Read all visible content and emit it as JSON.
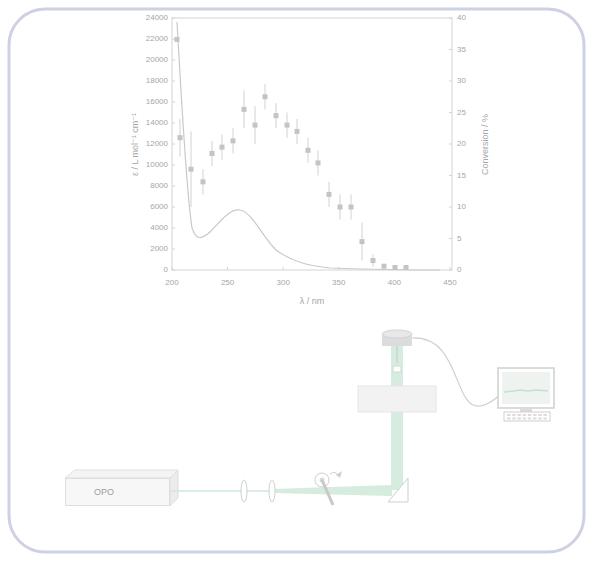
{
  "diagram": {
    "nodes": [
      {
        "text": [
          "OPO"
        ]
      }
    ],
    "labels": [
      "24000",
      "22000",
      "20000",
      "18000",
      "16000",
      "14000",
      "12000",
      "10000",
      "8000",
      "6000",
      "4000",
      "2000",
      "0",
      "40",
      "35",
      "30",
      "25",
      "20",
      "15",
      "10",
      "5",
      "0",
      "200",
      "250",
      "300",
      "350",
      "400",
      "450",
      "ε / L mol⁻¹ cm⁻¹",
      "Conversion / %",
      "λ / nm"
    ]
  }
}
